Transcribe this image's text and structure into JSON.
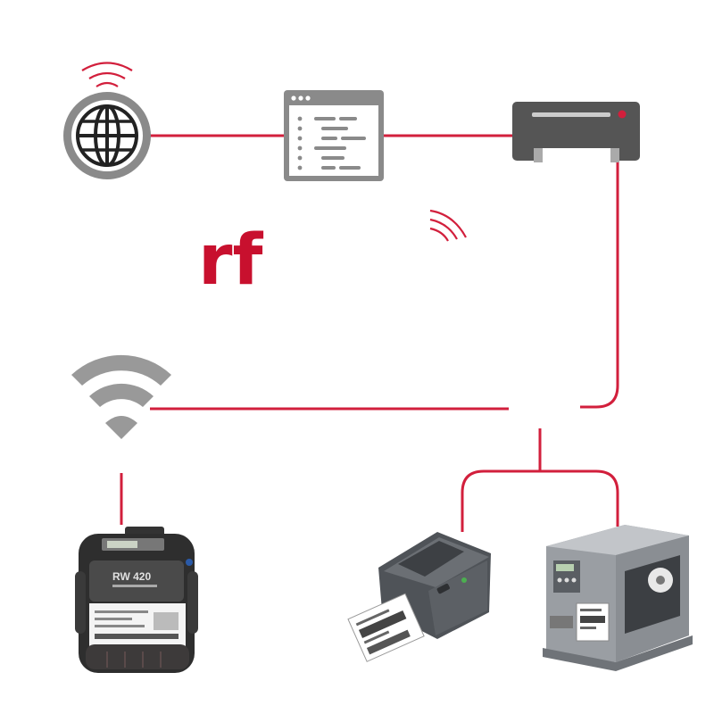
{
  "colors": {
    "connector_line": "#d21f3c",
    "rf_text": "#c8102e",
    "icon_gray": "#888888",
    "icon_dark": "#555555",
    "background": "#ffffff"
  },
  "rf_label": "rf",
  "nodes": [
    {
      "id": "internet",
      "icon": "globe-icon"
    },
    {
      "id": "browser",
      "icon": "browser-window-icon"
    },
    {
      "id": "network-printer",
      "icon": "printer-icon"
    },
    {
      "id": "wifi",
      "icon": "wifi-icon"
    },
    {
      "id": "mobile-printer",
      "icon": "mobile-printer-icon",
      "model_label": "RW 420"
    },
    {
      "id": "desktop-printer",
      "icon": "desktop-label-printer-icon"
    },
    {
      "id": "industrial-printer",
      "icon": "industrial-printer-icon"
    }
  ]
}
